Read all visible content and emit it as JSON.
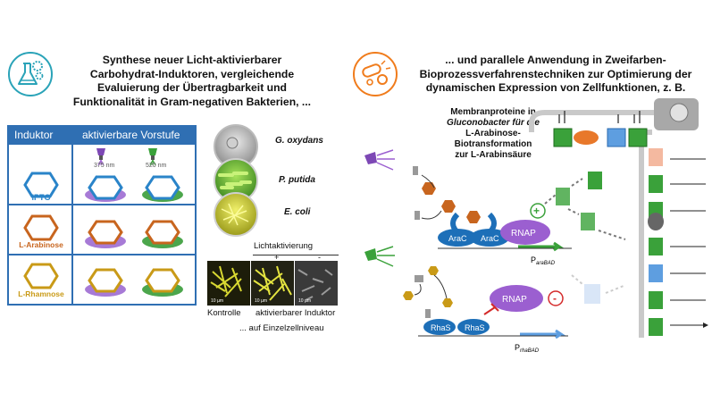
{
  "left": {
    "title_lines": [
      "Synthese neuer Licht-aktivierbarer",
      "Carbohydrat-Induktoren, vergleichende",
      "Evaluierung der Übertragbarkeit und",
      "Funktionalität in Gram-negativen Bakterien, ..."
    ],
    "table": {
      "col1_header": "Induktor",
      "col2_header": "aktivierbare Vorstufe",
      "wavelength_1": "375 nm",
      "wavelength_2": "520 nm",
      "rows": [
        {
          "label": "IPTG",
          "color": "#2a84c9"
        },
        {
          "label": "L-Arabinose",
          "color": "#c8651e"
        },
        {
          "label": "L-Rhamnose",
          "color": "#c99a17"
        }
      ]
    },
    "organisms": [
      "G. oxydans",
      "P. putida",
      "E. coli"
    ],
    "micro": {
      "heading": "Lichtaktivierung",
      "plus": "+",
      "minus": "-",
      "scale": "10 µm",
      "label_control": "Kontrolle",
      "label_inducer": "aktivierbarer Induktor",
      "caption": "... auf Einzelzellniveau"
    }
  },
  "right": {
    "title_lines": [
      "... und parallele Anwendung in Zweifarben-",
      "Bioprozessverfahrenstechniken zur Optimierung der",
      "dynamischen Expression von Zellfunktionen, z. B."
    ],
    "membrane_lines": [
      "Membranproteine in",
      "Gluconobacter für die",
      "L-Arabinose-",
      "Biotransformation",
      "zur L-Arabinsäure"
    ],
    "arac": "AraC",
    "rnap": "RNAP",
    "promoter_ara": "P",
    "promoter_ara_sub": "araBAD",
    "rhas": "RhaS",
    "promoter_rha": "P",
    "promoter_rha_sub": "rhaBAD",
    "plus": "+",
    "minus": "-"
  },
  "colors": {
    "ipTG_blue": "#2a84c9",
    "arabinose_orange": "#c8651e",
    "rhamnose_gold": "#c99a17",
    "table_blue": "#2f6fb3",
    "purple": "#9b5fd0",
    "green": "#3aa13a",
    "red": "#d42a2a"
  }
}
